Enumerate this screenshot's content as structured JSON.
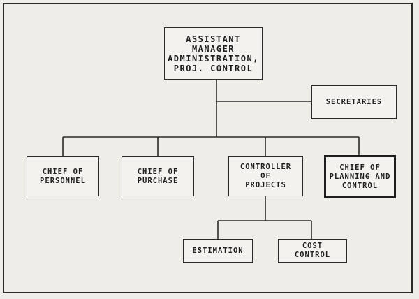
{
  "boxes": {
    "assistant_manager": [
      "ASSISTANT",
      "MANAGER",
      "ADMINISTRATION,",
      "PROJ. CONTROL"
    ],
    "secretaries": [
      "SECRETARIES"
    ],
    "chief_personnel": [
      "CHIEF OF",
      "PERSONNEL"
    ],
    "chief_purchase": [
      "CHIEF OF",
      "PURCHASE"
    ],
    "controller_projects": [
      "CONTROLLER",
      "OF",
      "PROJECTS"
    ],
    "chief_planning": [
      "CHIEF OF",
      "PLANNING AND",
      "CONTROL"
    ],
    "estimation": [
      "ESTIMATION"
    ],
    "cost_control": [
      "COST",
      "CONTROL"
    ]
  }
}
